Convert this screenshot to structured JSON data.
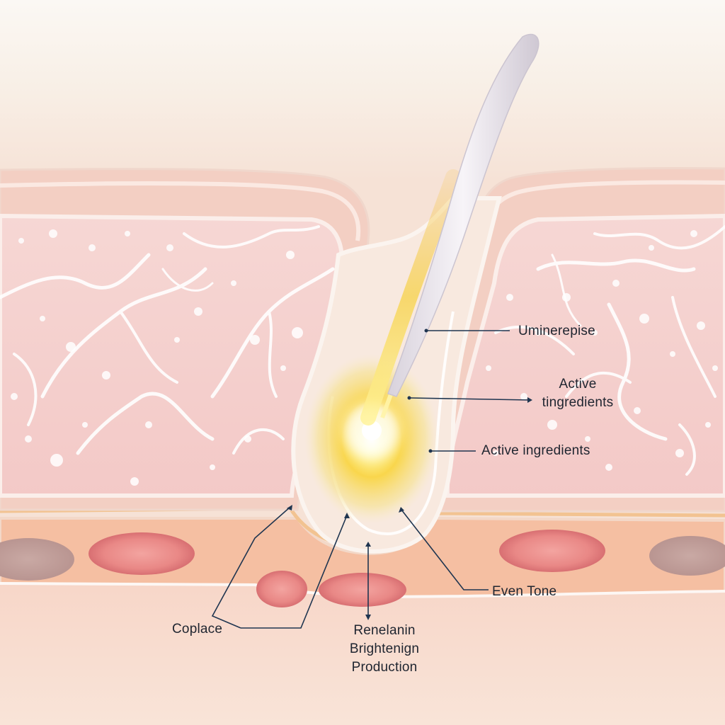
{
  "labels": {
    "uminerepise": "Uminerepise",
    "active_tingredients_line1": "Active",
    "active_tingredients_line2": "tingredients",
    "active_ingredients": "Active ingredients",
    "even_tone": "Even Tone",
    "coplace": "Coplace",
    "renelanin_line1": "Renelanin",
    "renelanin_line2": "Brightenign",
    "renelanin_line3": "Production"
  },
  "colors": {
    "background_top": "#f8f4ee",
    "skin_surface": "#f6dfd3",
    "epidermis_border": "#f2c9c0",
    "dermis_fill": "#f4cfcc",
    "vessel_fill": "#e98a8a",
    "lower_layer": "#f3b99a",
    "subcutis": "#f7ddd0",
    "glow_core": "#fff7a0",
    "glow_outer": "#f6c744",
    "hair_shaft": "#e9e4ea",
    "leader_line": "#1f3550"
  }
}
